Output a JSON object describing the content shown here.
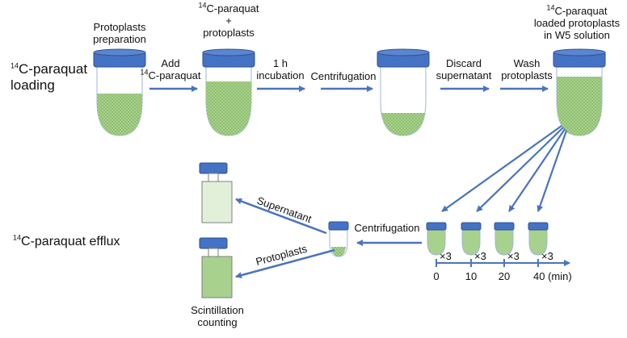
{
  "loading": {
    "title_sup": "14",
    "title_line1": "C-paraquat",
    "title_line2": "loading",
    "tube1": {
      "line1": "Protoplasts",
      "line2": "preparation"
    },
    "step1": {
      "line1": "Add",
      "sup": "14",
      "line2": "C-paraquat"
    },
    "tube2": {
      "sup": "14",
      "line1": "C-paraquat",
      "line2": "+",
      "line3": "protoplasts"
    },
    "step2": {
      "line1": "1 h",
      "line2": "incubation"
    },
    "step3": {
      "label": "Centrifugation"
    },
    "step4": {
      "line1": "Discard",
      "line2": "supernatant"
    },
    "step5": {
      "line1": "Wash",
      "line2": "protoplasts"
    },
    "tube4": {
      "sup": "14",
      "line1": "C-paraquat",
      "line2": "loaded protoplasts",
      "line3": "in W5 solution"
    }
  },
  "efflux": {
    "title_sup": "14",
    "title": "C-paraquat efflux",
    "centrifugation": "Centrifugation",
    "supernatant": "Supernatant",
    "protoplasts": "Protoplasts",
    "counting_line1": "Scintillation",
    "counting_line2": "counting",
    "replicates": [
      "×3",
      "×3",
      "×3",
      "×3"
    ],
    "timeline": [
      "0",
      "10",
      "20",
      "40 (min)"
    ]
  },
  "colors": {
    "cap": "#4472c4",
    "arrow": "#4a74bd",
    "fill": "#a9d18e",
    "fill_light": "#e2f0d9",
    "tube_outline": "#9db7dc"
  }
}
